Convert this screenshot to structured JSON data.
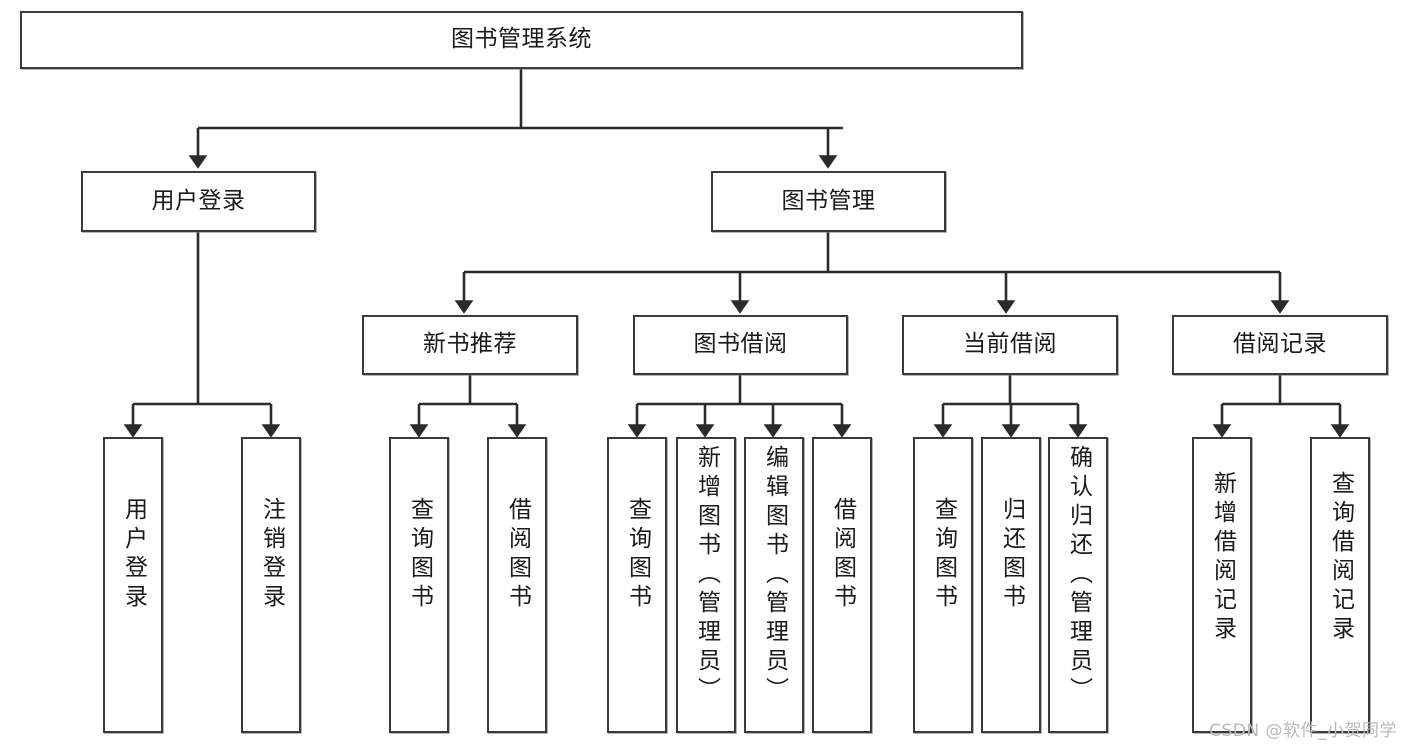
{
  "diagram": {
    "type": "tree-hierarchy",
    "title": "图书管理系统",
    "watermark": "CSDN @软件_小贺同学",
    "colors": {
      "node_border": "#3a3a3a",
      "node_fill": "#ffffff",
      "edge": "#2b2b2b",
      "text": "#1a1a1a",
      "watermark": "#b9b9b9",
      "background": "#ffffff"
    },
    "levels": [
      {
        "level": 1,
        "nodes": [
          {
            "id": "root",
            "label": "图书管理系统",
            "orientation": "horizontal"
          }
        ]
      },
      {
        "level": 2,
        "nodes": [
          {
            "id": "user-login",
            "label": "用户登录",
            "orientation": "horizontal",
            "parent": "root"
          },
          {
            "id": "book-manage",
            "label": "图书管理",
            "orientation": "horizontal",
            "parent": "root"
          }
        ]
      },
      {
        "level": 3,
        "nodes": [
          {
            "id": "new-book-rec",
            "label": "新书推荐",
            "orientation": "horizontal",
            "parent": "book-manage"
          },
          {
            "id": "book-borrow",
            "label": "图书借阅",
            "orientation": "horizontal",
            "parent": "book-manage"
          },
          {
            "id": "current-borrow",
            "label": "当前借阅",
            "orientation": "horizontal",
            "parent": "book-manage"
          },
          {
            "id": "borrow-record",
            "label": "借阅记录",
            "orientation": "horizontal",
            "parent": "book-manage"
          }
        ]
      },
      {
        "level": 4,
        "nodes": [
          {
            "id": "leaf-user-login",
            "label": "用户登录",
            "orientation": "vertical",
            "parent": "user-login"
          },
          {
            "id": "leaf-logout",
            "label": "注销登录",
            "orientation": "vertical",
            "parent": "user-login"
          },
          {
            "id": "leaf-query-book-1",
            "label": "查询图书",
            "orientation": "vertical",
            "parent": "new-book-rec"
          },
          {
            "id": "leaf-borrow-book-1",
            "label": "借阅图书",
            "orientation": "vertical",
            "parent": "new-book-rec"
          },
          {
            "id": "leaf-query-book-2",
            "label": "查询图书",
            "orientation": "vertical",
            "parent": "book-borrow"
          },
          {
            "id": "leaf-add-book",
            "label": "新增图书（管理员）",
            "orientation": "vertical",
            "parent": "book-borrow"
          },
          {
            "id": "leaf-edit-book",
            "label": "编辑图书（管理员）",
            "orientation": "vertical",
            "parent": "book-borrow"
          },
          {
            "id": "leaf-borrow-book-2",
            "label": "借阅图书",
            "orientation": "vertical",
            "parent": "book-borrow"
          },
          {
            "id": "leaf-query-book-3",
            "label": "查询图书",
            "orientation": "vertical",
            "parent": "current-borrow"
          },
          {
            "id": "leaf-return-book",
            "label": "归还图书",
            "orientation": "vertical",
            "parent": "current-borrow"
          },
          {
            "id": "leaf-confirm-return",
            "label": "确认归还（管理员）",
            "orientation": "vertical",
            "parent": "current-borrow"
          },
          {
            "id": "leaf-add-record",
            "label": "新增借阅记录",
            "orientation": "vertical",
            "parent": "borrow-record"
          },
          {
            "id": "leaf-query-record",
            "label": "查询借阅记录",
            "orientation": "vertical",
            "parent": "borrow-record"
          }
        ]
      }
    ]
  }
}
